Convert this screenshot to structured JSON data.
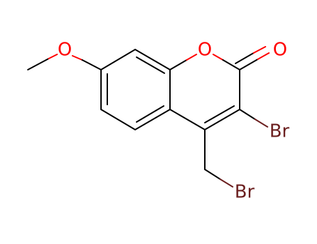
{
  "molecule": {
    "atoms": [
      {
        "symbol": "O",
        "color": "#ff0000"
      },
      {
        "symbol": "O",
        "color": "#ff0000"
      },
      {
        "symbol": "O",
        "color": "#ff0000"
      },
      {
        "symbol": "Br",
        "color": "#6b1f1f"
      },
      {
        "symbol": "Br",
        "color": "#6b1f1f"
      }
    ]
  },
  "colors": {
    "bond": "#000000",
    "oxygen": "#ff0000",
    "bromine": "#6b1f1f",
    "background": "#ffffff"
  }
}
